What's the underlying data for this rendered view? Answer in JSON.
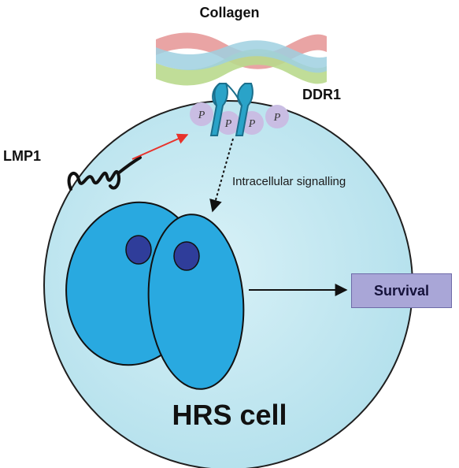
{
  "labels": {
    "collagen": "Collagen",
    "ddr1": "DDR1",
    "lmp1": "LMP1",
    "signalling": "Intracellular signalling",
    "survival": "Survival",
    "cell": "HRS cell",
    "phospho": "P"
  },
  "colors": {
    "cell_fill": "#c6e9f2",
    "cell_stroke": "#1f1f1f",
    "nucleus_fill": "#29a9e0",
    "nucleolus_fill": "#2f3d9a",
    "receptor": "#2aa3c8",
    "phospho_bubble": "#c9bde3",
    "collagen_strands": [
      "#e79a9a",
      "#9fd0e0",
      "#b9d98d"
    ],
    "lmp1_arrow": "#e8322b",
    "survival_box": "#a9a6d7"
  },
  "icons": [
    "collagen-helix",
    "ddr1-receptor-dimer",
    "lmp1-transmembrane-protein",
    "nucleus",
    "arrow"
  ]
}
